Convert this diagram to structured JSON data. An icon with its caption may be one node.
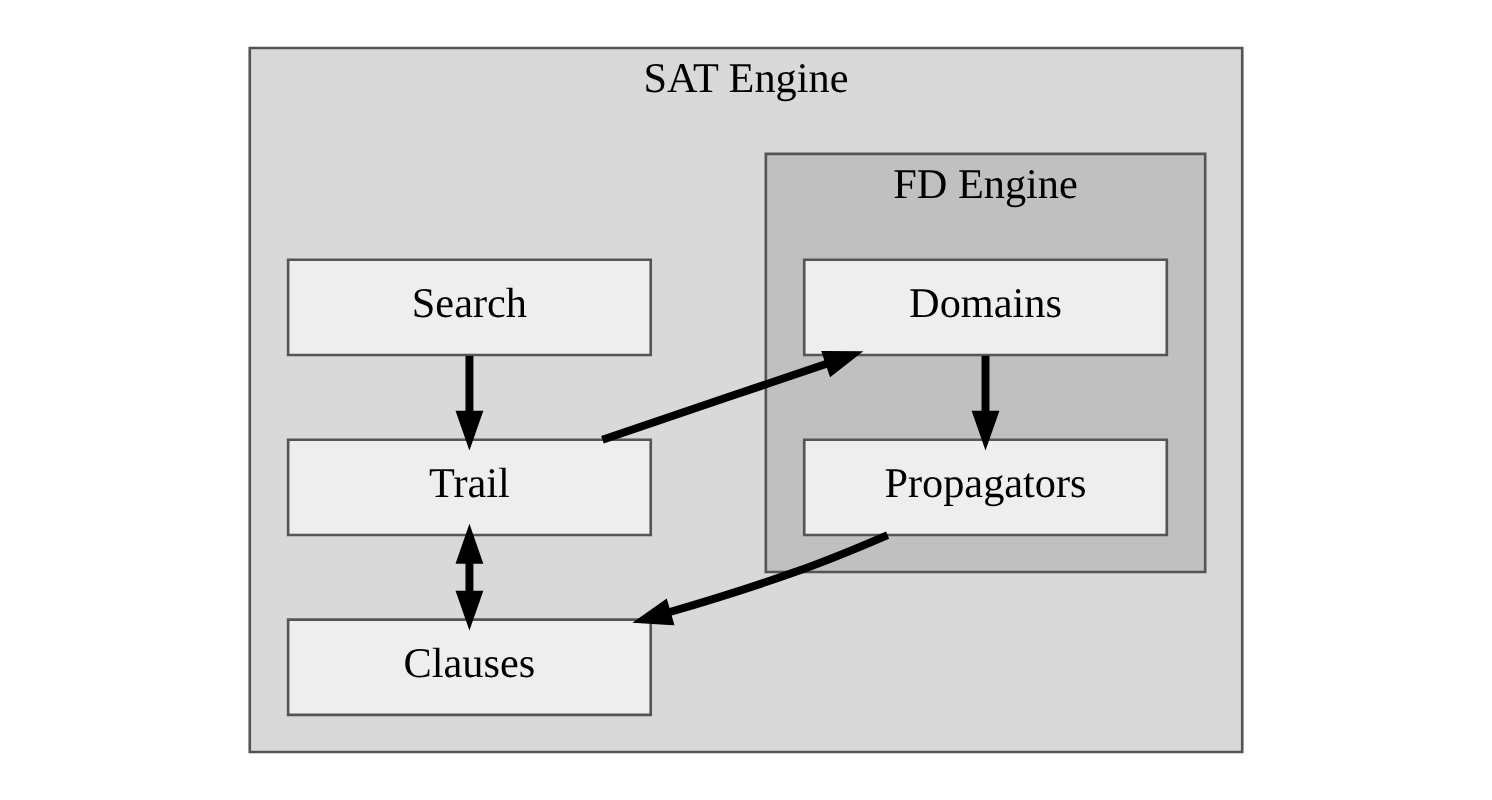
{
  "diagram": {
    "nodes": [
      {
        "text": [
          "SAT Engine"
        ]
      },
      {
        "text": [
          "Search"
        ],
        "in": 0
      },
      {
        "text": [
          "Trail"
        ],
        "in": 0
      },
      {
        "text": [
          "Clauses"
        ],
        "in": 0
      },
      {
        "text": [
          "FD Engine"
        ],
        "in": 0
      },
      {
        "text": [
          "Domains"
        ],
        "in": 4
      },
      {
        "text": [
          "Propagators"
        ],
        "in": 4
      }
    ],
    "edges": [
      {
        "from": 1,
        "to": 2,
        "arrow": "to"
      },
      {
        "from": 2,
        "to": 3,
        "arrow": "both"
      },
      {
        "from": 2,
        "to": 5,
        "arrow": "to"
      },
      {
        "from": 5,
        "to": 6,
        "arrow": "to"
      },
      {
        "from": 6,
        "to": 3,
        "arrow": "to"
      }
    ]
  }
}
